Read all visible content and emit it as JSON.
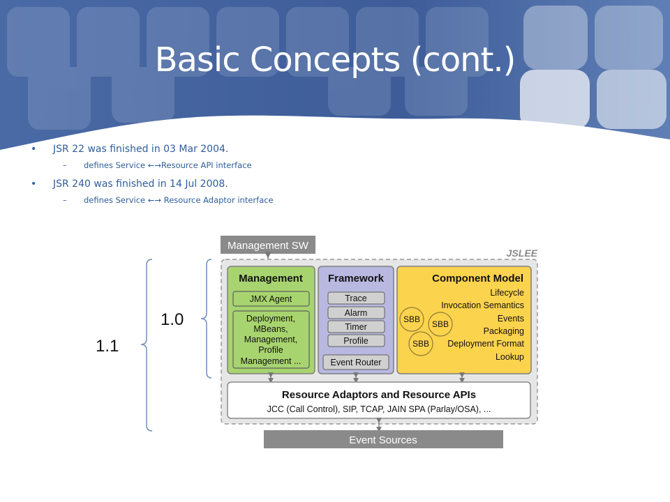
{
  "slide": {
    "title": "Basic Concepts (cont.)",
    "bullets": [
      {
        "text": "JSR 22 was finished in 03 Mar 2004.",
        "sub": "defines Service ←→Resource API interface"
      },
      {
        "text": "JSR 240 was finished in 14 Jul 2008.",
        "sub": "defines Service ←→ Resource Adaptor interface"
      }
    ]
  },
  "diagram": {
    "management_sw": "Management SW",
    "jslee": "JSLEE",
    "version_outer": "1.1",
    "version_inner": "1.0",
    "management": {
      "title": "Management",
      "jmx": "JMX Agent",
      "lines": [
        "Deployment,",
        "MBeans,",
        "Management,",
        "Profile",
        "Management ..."
      ]
    },
    "framework": {
      "title": "Framework",
      "items": [
        "Trace",
        "Alarm",
        "Timer",
        "Profile"
      ],
      "event_router": "Event Router"
    },
    "component_model": {
      "title": "Component Model",
      "items": [
        "Lifecycle",
        "Invocation Semantics",
        "Events",
        "Packaging",
        "Deployment Format",
        "Lookup"
      ],
      "sbb": "SBB"
    },
    "resource": {
      "title": "Resource Adaptors and Resource APIs",
      "subtitle": "JCC (Call Control), SIP, TCAP, JAIN SPA (Parlay/OSA), ..."
    },
    "event_sources": "Event Sources"
  },
  "colors": {
    "header_blue": "#3a5a96",
    "bullet_blue": "#2e5d9c",
    "management_green": "#a8d46f",
    "framework_lavender": "#b8b8e0",
    "component_yellow": "#fcd34d",
    "gray_bar": "#8a8a8a"
  }
}
